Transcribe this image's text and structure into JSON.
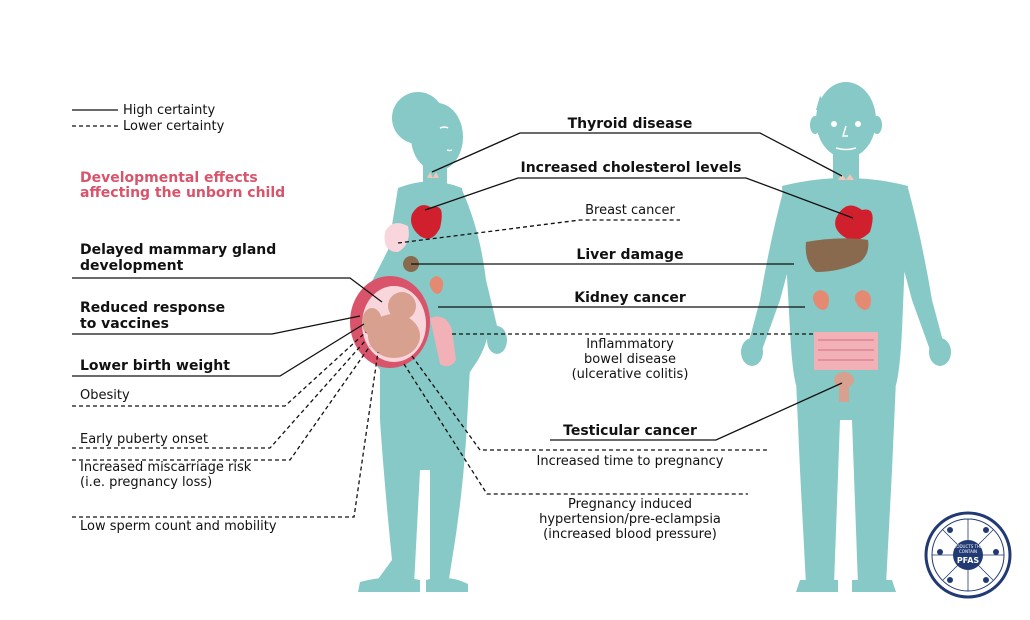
{
  "legend": {
    "high": "High certainty",
    "lower": "Lower certainty"
  },
  "section_header": {
    "line1": "Developmental effects",
    "line2": "affecting the unborn child"
  },
  "left_labels": {
    "mammary": [
      "Delayed mammary gland",
      "development"
    ],
    "vaccines": [
      "Reduced response",
      "to vaccines"
    ],
    "birth_weight": "Lower birth weight",
    "obesity": "Obesity",
    "puberty": "Early puberty onset",
    "miscarriage": [
      "Increased miscarriage risk",
      "(i.e. pregnancy loss)"
    ],
    "sperm": "Low sperm count and mobility"
  },
  "center_labels": {
    "thyroid": "Thyroid disease",
    "cholesterol": "Increased cholesterol levels",
    "breast": "Breast cancer",
    "liver": "Liver damage",
    "kidney": "Kidney cancer",
    "ibd": [
      "Inflammatory",
      "bowel disease",
      "(ulcerative colitis)"
    ],
    "testicular": "Testicular cancer",
    "time_preg": "Increased time to pregnancy",
    "hypertension": [
      "Pregnancy induced",
      "hypertension/pre-eclampsia",
      "(increased blood pressure)"
    ]
  },
  "seal": {
    "center_top": "PRODUCTS THAT CONTAIN",
    "center_main": "PFAS"
  },
  "colors": {
    "body": "#86c9c6",
    "organ_red": "#d0202e",
    "liver": "#8a6a4f",
    "kidney": "#e58a72",
    "intestine": "#f2b0b7",
    "breast": "#f8d6dc",
    "uterus": "#d9546b",
    "fetus": "#d8a08e",
    "accent_pink": "#d9546b",
    "seal_blue": "#223a73"
  }
}
